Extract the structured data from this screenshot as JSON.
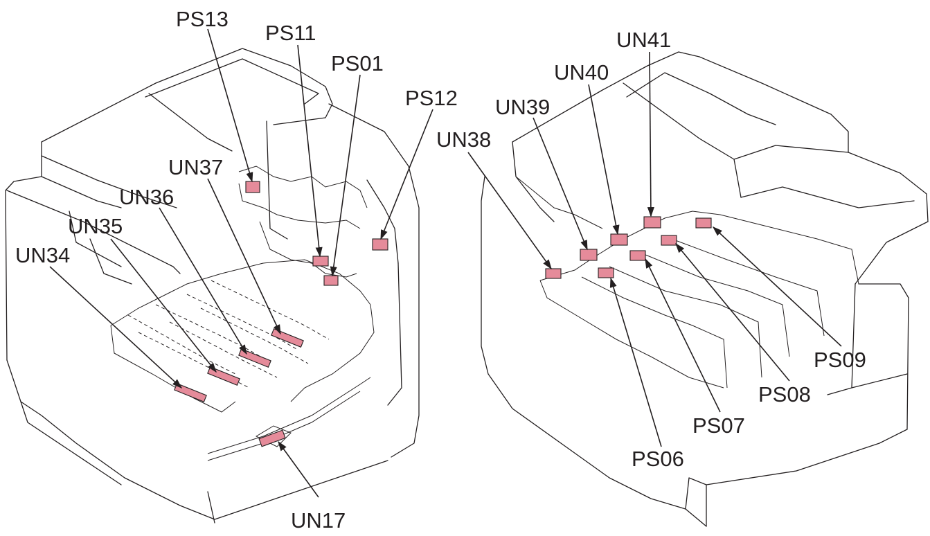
{
  "colors": {
    "line": "#231f20",
    "part": "#e58b9a"
  },
  "labels": {
    "ps13": "PS13",
    "ps11": "PS11",
    "ps01": "PS01",
    "ps12": "PS12",
    "un37": "UN37",
    "un36": "UN36",
    "un35": "UN35",
    "un34": "UN34",
    "un17": "UN17",
    "un38": "UN38",
    "un39": "UN39",
    "un40": "UN40",
    "un41": "UN41",
    "ps09": "PS09",
    "ps08": "PS08",
    "ps07": "PS07",
    "ps06": "PS06"
  }
}
